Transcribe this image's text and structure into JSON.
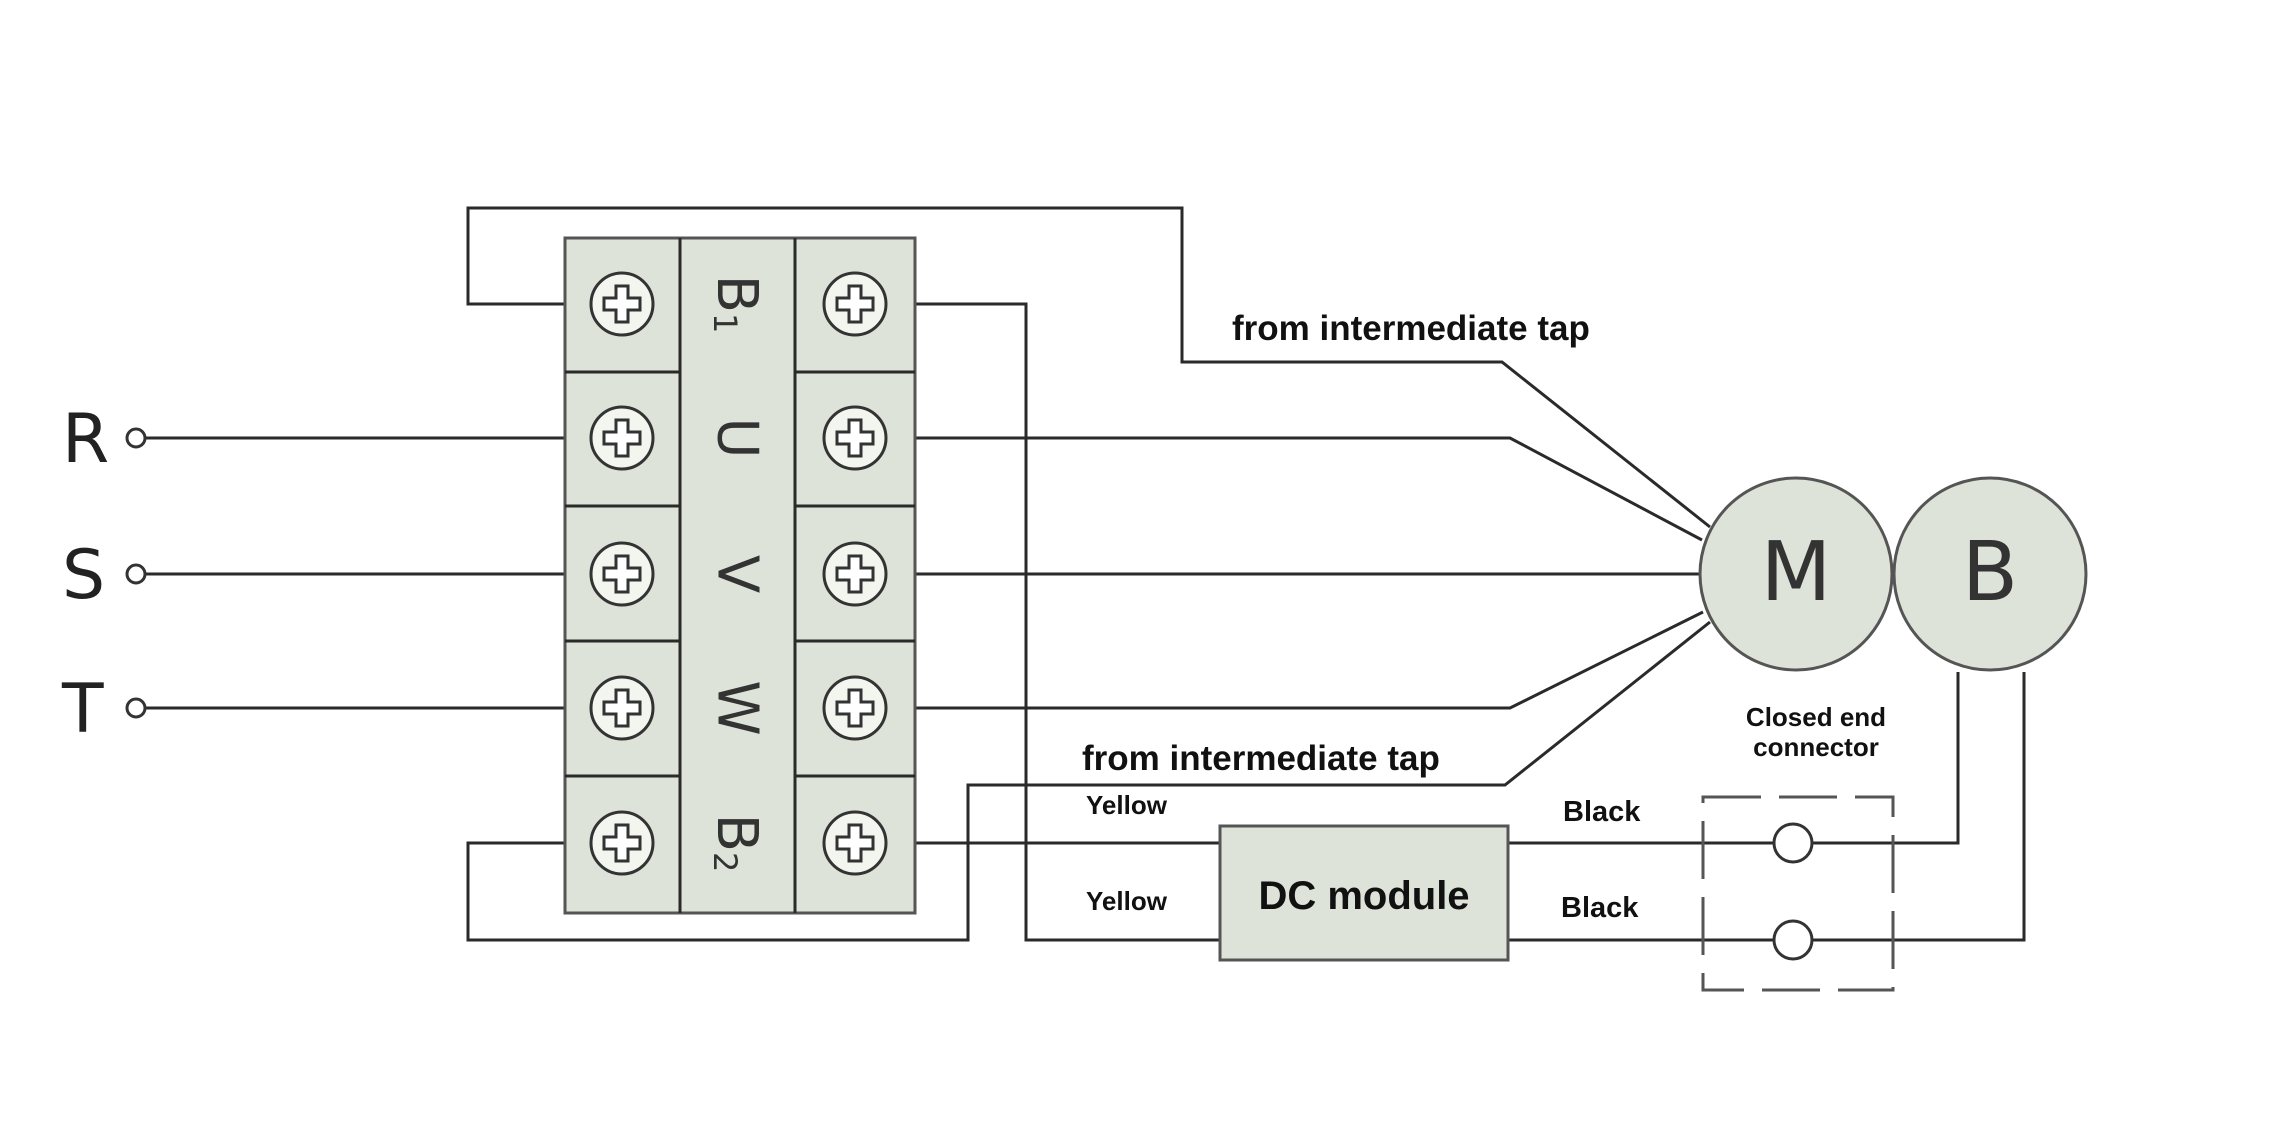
{
  "phases": [
    "R",
    "S",
    "T"
  ],
  "terminal_block": {
    "labels": [
      {
        "main": "B",
        "sub": "1"
      },
      {
        "main": "U",
        "sub": ""
      },
      {
        "main": "V",
        "sub": ""
      },
      {
        "main": "W",
        "sub": ""
      },
      {
        "main": "B",
        "sub": "2"
      }
    ]
  },
  "motor": {
    "label": "M"
  },
  "brake": {
    "label": "B"
  },
  "dc_module": {
    "label": "DC module"
  },
  "annotations": {
    "tap_top": "from intermediate tap",
    "tap_bottom": "from intermediate tap",
    "yellow_top": "Yellow",
    "yellow_bottom": "Yellow",
    "black_top": "Black",
    "black_bottom": "Black",
    "connector_line1": "Closed end",
    "connector_line2": "connector"
  },
  "colors": {
    "block_fill": "#dde3d8",
    "wire": "#2a2a2a"
  }
}
